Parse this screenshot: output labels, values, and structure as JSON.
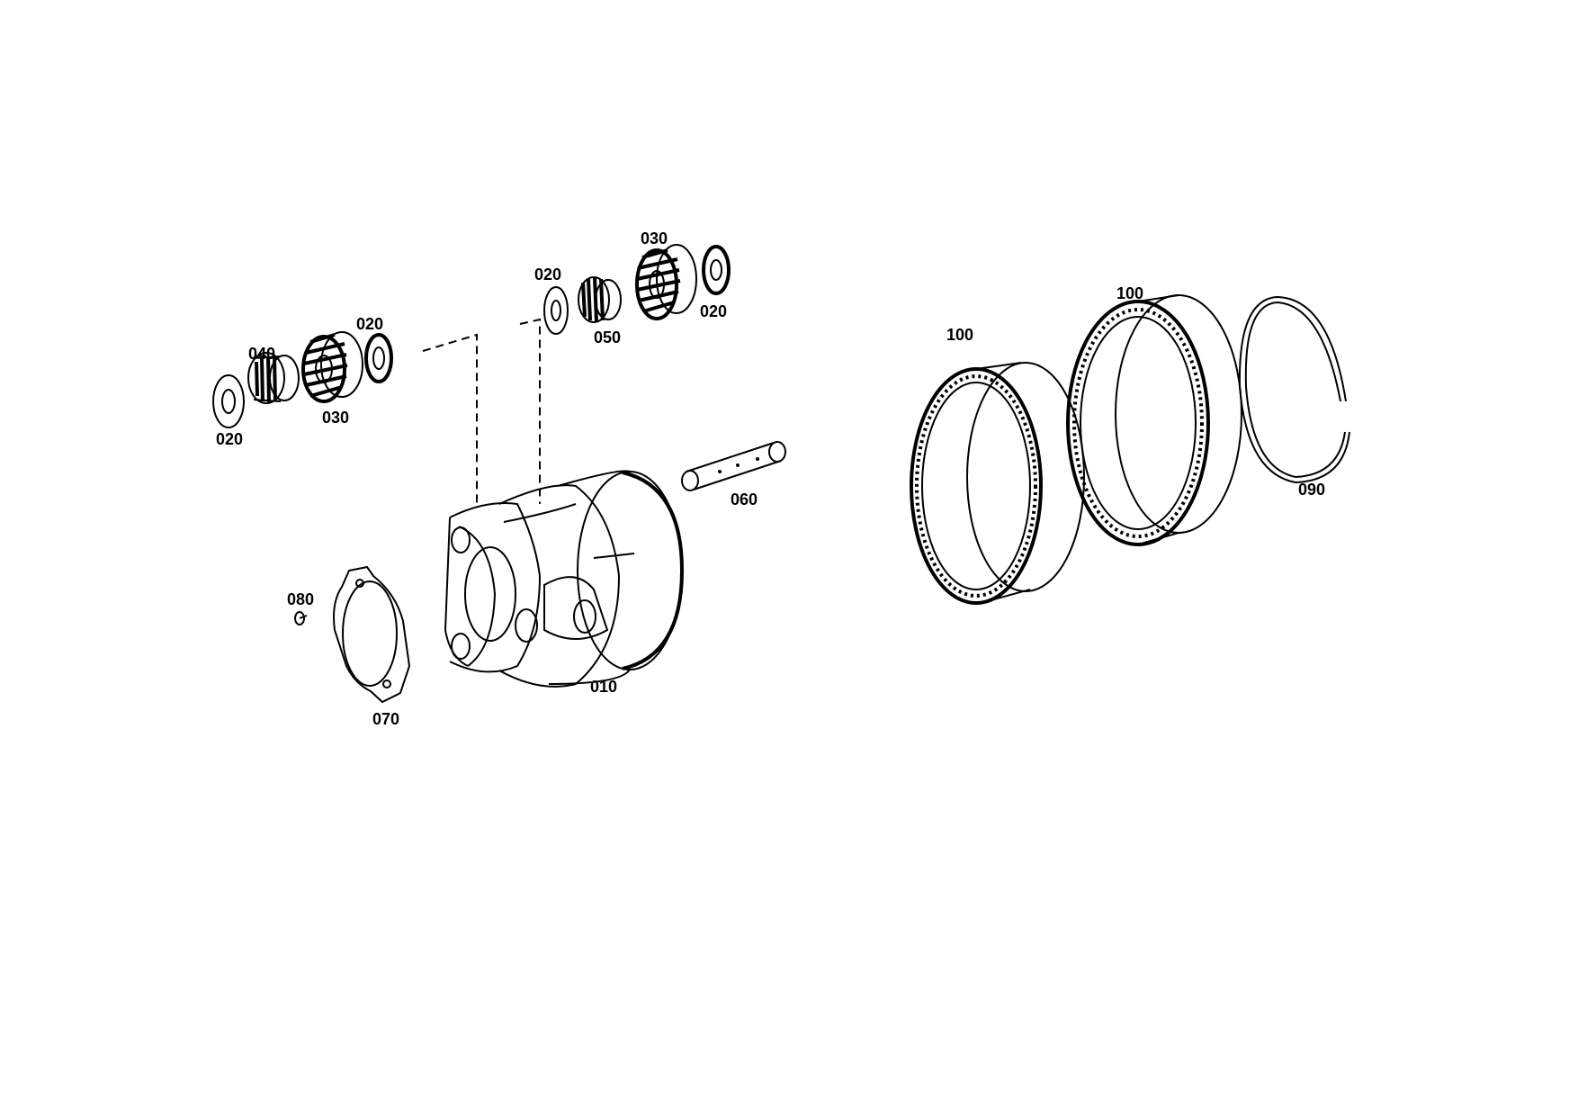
{
  "labels": {
    "l010": "010",
    "l020a": "020",
    "l020b": "020",
    "l020c": "020",
    "l020d": "020",
    "l030a": "030",
    "l030b": "030",
    "l040": "040",
    "l050": "050",
    "l060": "060",
    "l070": "070",
    "l080": "080",
    "l090": "090",
    "l100a": "100",
    "l100b": "100"
  }
}
